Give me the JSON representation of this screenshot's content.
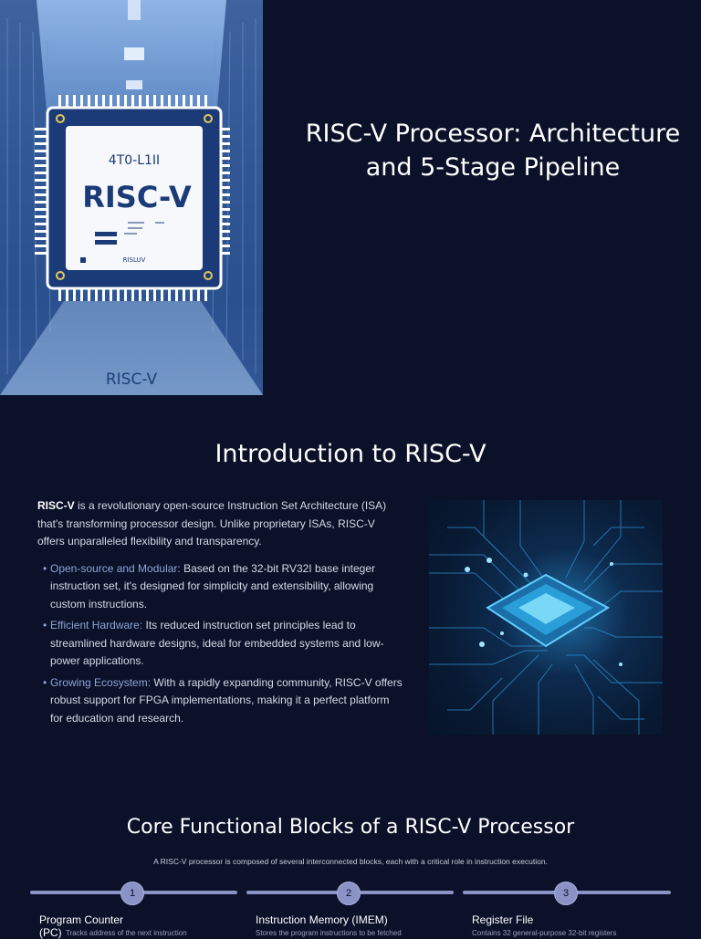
{
  "hero": {
    "title": "RISC-V Processor: Architecture and 5-Stage Pipeline",
    "image": {
      "chip_code": "4T0-L1II",
      "chip_name": "RISC-V",
      "chip_small": "RISLUV",
      "caption": "RISC-V"
    }
  },
  "intro": {
    "title": "Introduction to RISC-V",
    "lead_bold": "RISC-V",
    "lead_text": " is a revolutionary open-source Instruction Set Architecture (ISA) that's transforming processor design. Unlike proprietary ISAs, RISC-V offers unparalleled flexibility and transparency.",
    "bullets": [
      {
        "head": "Open-source and Modular:",
        "text": " Based on the 32-bit RV32I base integer instruction set, it's designed for simplicity and extensibility, allowing custom instructions."
      },
      {
        "head": "Efficient Hardware:",
        "text": " Its reduced instruction set principles lead to streamlined hardware designs, ideal for embedded systems and low-power applications."
      },
      {
        "head": "Growing Ecosystem:",
        "text": " With a rapidly expanding community, RISC-V offers robust support for FPGA implementations, making it a perfect platform for education and research."
      }
    ]
  },
  "core": {
    "title": "Core Functional Blocks of a RISC-V Processor",
    "subtitle": "A RISC-V processor is composed of several interconnected blocks, each with a critical role in instruction execution.",
    "steps": [
      {
        "number": "1",
        "label": "Program Counter (PC)",
        "desc": "Tracks address of the next instruction"
      },
      {
        "number": "2",
        "label": "Instruction Memory (IMEM)",
        "desc": "Stores the program instructions to be fetched"
      },
      {
        "number": "3",
        "label": "Register File",
        "desc": "Contains 32 general-purpose 32-bit registers"
      }
    ]
  },
  "colors": {
    "background": "#0a1128",
    "accent": "#8b92c6",
    "bullet_head": "#8fa4d9"
  }
}
